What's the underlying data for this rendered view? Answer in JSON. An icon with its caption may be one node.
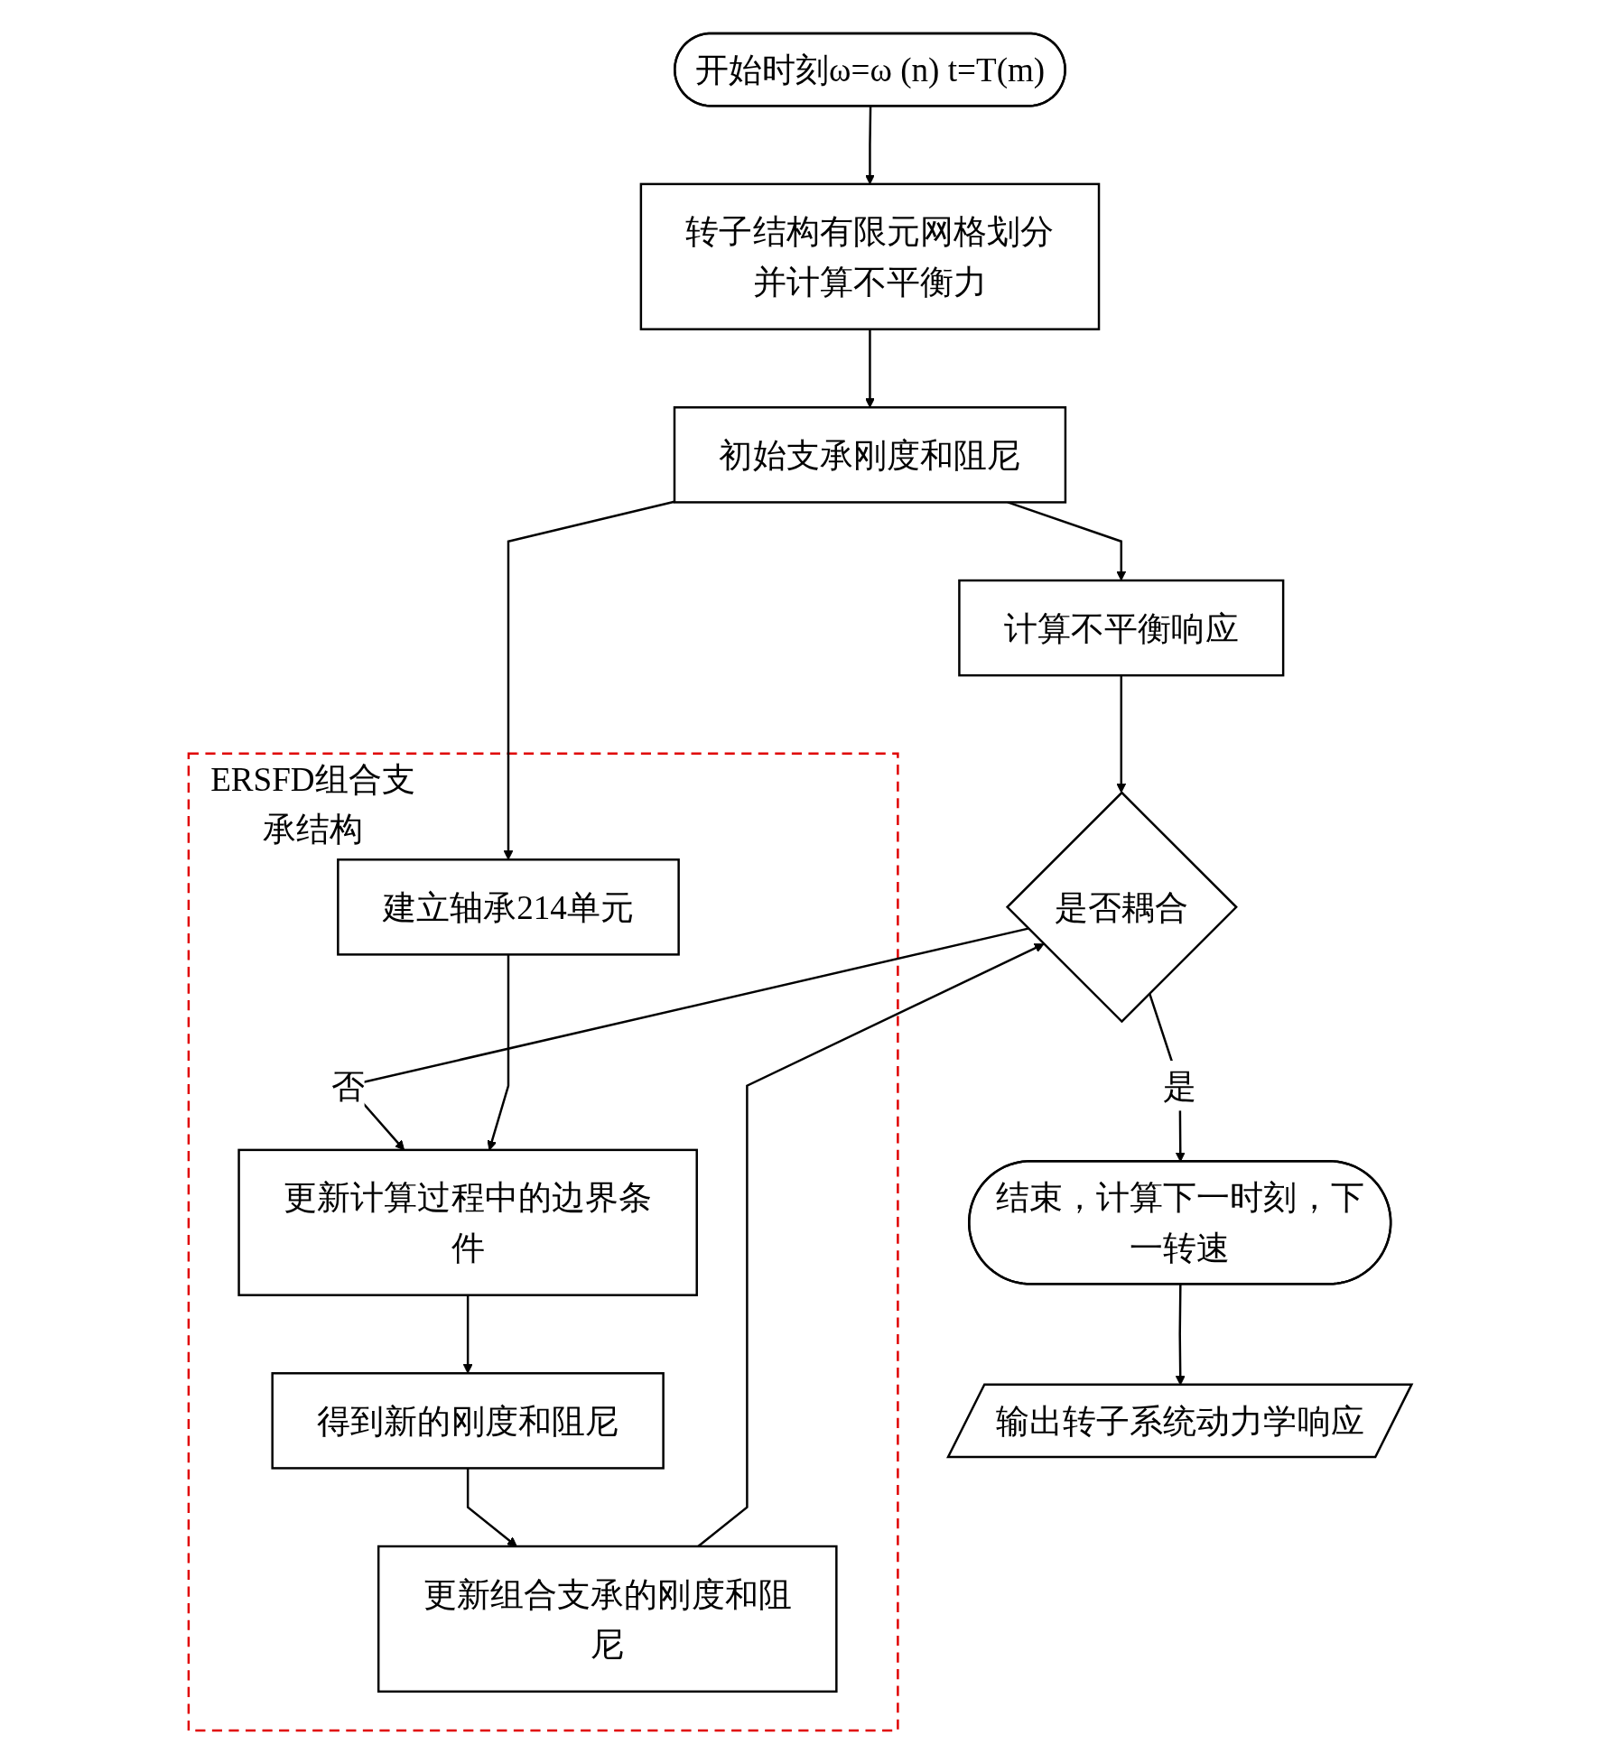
{
  "diagram": {
    "nodes": [
      {
        "text": [
          "开始时刻ω=ω (n) t=T(m)"
        ]
      },
      {
        "text": [
          "转子结构有限元网格划分并计算不平衡力"
        ]
      },
      {
        "text": [
          "初始支承刚度和阻尼"
        ]
      },
      {
        "text": [
          "计算不平衡响应"
        ]
      },
      {
        "text": [
          "是否耦合"
        ]
      },
      {
        "text": [
          "结束，计算下一时刻，下一转速"
        ]
      },
      {
        "text": [
          "输出转子系统动力学响应"
        ]
      },
      {
        "text": [
          "ERSFD组合支承结构"
        ]
      },
      {
        "text": [
          "建立轴承214单元"
        ],
        "in": 7
      },
      {
        "text": [
          "更新计算过程中的边界条件"
        ],
        "in": 7
      },
      {
        "text": [
          "得到新的刚度和阻尼"
        ],
        "in": 7
      },
      {
        "text": [
          "更新组合支承的刚度和阻尼"
        ],
        "in": 7
      }
    ],
    "edges": [
      {
        "from": 0,
        "to": 1,
        "arrow": "to"
      },
      {
        "from": 1,
        "to": 2,
        "arrow": "to"
      },
      {
        "from": 2,
        "to": 3,
        "arrow": "to"
      },
      {
        "from": 3,
        "to": 4,
        "arrow": "to"
      },
      {
        "from": 2,
        "to": 8,
        "arrow": "to"
      },
      {
        "from": 4,
        "to": 9,
        "arrow": "to",
        "label": "否"
      },
      {
        "from": 4,
        "to": 5,
        "arrow": "to",
        "label": "是"
      },
      {
        "from": 5,
        "to": 6,
        "arrow": "to"
      },
      {
        "from": 8,
        "to": 9,
        "arrow": "to"
      },
      {
        "from": 9,
        "to": 10,
        "arrow": "to"
      },
      {
        "from": 10,
        "to": 11,
        "arrow": "to"
      },
      {
        "from": 11,
        "to": 4,
        "arrow": "to"
      }
    ]
  }
}
